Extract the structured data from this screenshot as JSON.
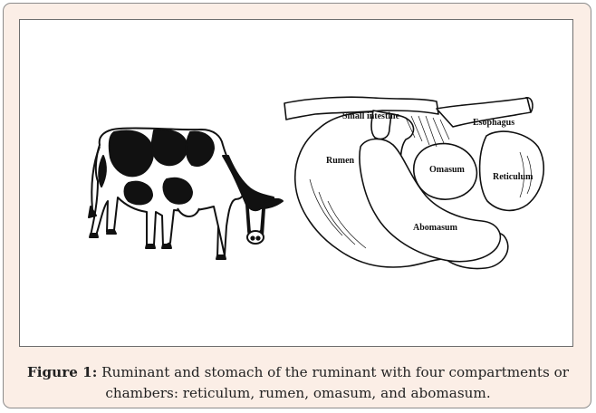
{
  "figure": {
    "caption_label": "Figure 1:",
    "caption_text": " Ruminant and stomach of the ruminant with four compartments or chambers: reticulum, rumen, omasum, and abomasum."
  },
  "stomach": {
    "labels": {
      "small_intestine": "Small intestine",
      "esophagus": "Esophagus",
      "rumen": "Rumen",
      "omasum": "Omasum",
      "reticulum": "Reticulum",
      "abomasum": "Abomasum"
    }
  },
  "colors": {
    "card_background": "#fbeee6",
    "ink": "#111111"
  }
}
